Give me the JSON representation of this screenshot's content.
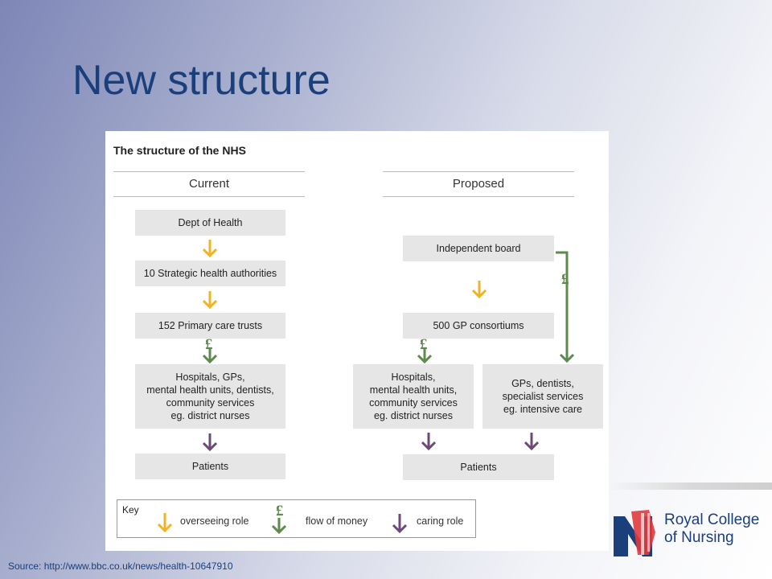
{
  "slide": {
    "title": "New structure",
    "source": "Source: http://www.bbc.co.uk/news/health-10647910"
  },
  "figure": {
    "title": "The structure of the NHS",
    "current": {
      "heading": "Current",
      "boxes": [
        "Dept of Health",
        "10 Strategic health authorities",
        "152 Primary care trusts",
        "Hospitals, GPs,\nmental health units, dentists,\ncommunity services\neg. district nurses",
        "Patients"
      ]
    },
    "proposed": {
      "heading": "Proposed",
      "boxes": [
        "Independent board",
        "500 GP consortiums",
        "Hospitals,\nmental health units,\ncommunity services\neg. district nurses",
        "GPs, dentists,\nspecialist services\neg. intensive care",
        "Patients"
      ]
    },
    "pound_symbol": "£",
    "key": {
      "title": "Key",
      "overseeing": "overseeing role",
      "money": "flow of money",
      "caring": "caring role"
    }
  },
  "colors": {
    "overseeing": "#f0b323",
    "money": "#5e8a4e",
    "caring": "#6b4a7a",
    "title": "#1b3f7a"
  },
  "logo": {
    "text": "Royal College\nof Nursing",
    "icon": "rcn-logo-icon"
  }
}
